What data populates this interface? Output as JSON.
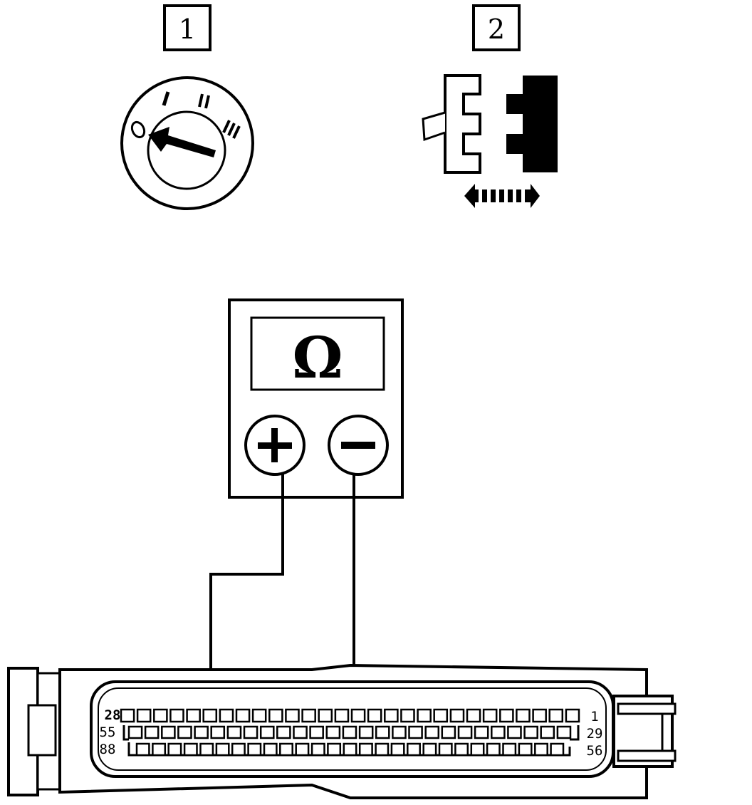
{
  "step_labels": {
    "step1": "1",
    "step2": "2"
  },
  "ignition": {
    "positions": [
      "0",
      "I",
      "II",
      "III"
    ]
  },
  "meter": {
    "symbol": "Ω",
    "positive": "+",
    "negative": "−"
  },
  "connector": {
    "rows": [
      {
        "left": "28",
        "right": "1",
        "pins": 28
      },
      {
        "left": "55",
        "right": "29",
        "pins": 27
      },
      {
        "left": "88",
        "right": "56",
        "pins": 27
      }
    ],
    "probe_positive_pin": "22",
    "probe_negative_pin": "42"
  },
  "icons": {
    "ignition": "ignition-switch-icon",
    "disconnect": "connector-disconnect-icon",
    "ohmmeter": "ohmmeter-icon",
    "ecu_connector": "ecu-connector-icon"
  }
}
